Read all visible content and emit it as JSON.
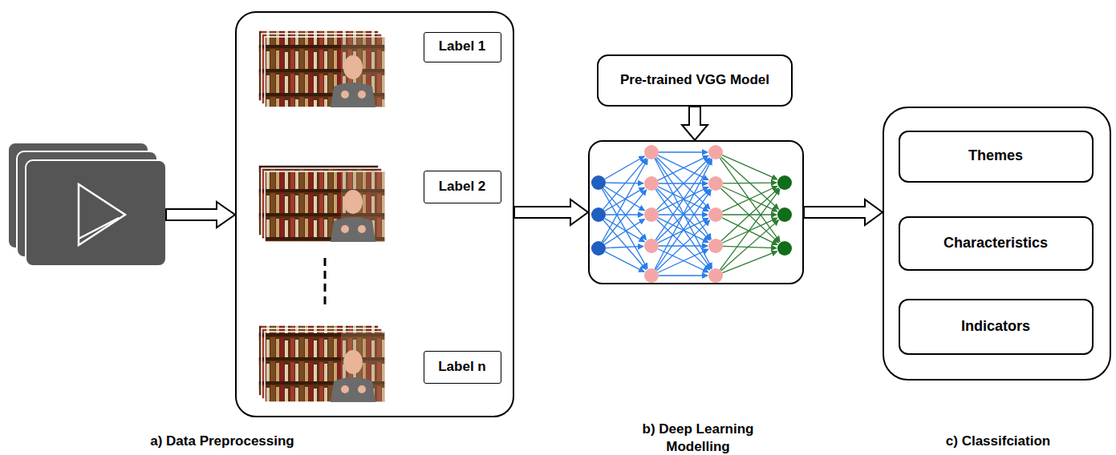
{
  "diagram": {
    "nodes": [
      {
        "text": [
          "a) Data Preprocessing"
        ]
      },
      {
        "text": [
          "Label 1"
        ],
        "in": 0
      },
      {
        "text": [
          "Label 2"
        ],
        "in": 0
      },
      {
        "text": [
          "Label n"
        ],
        "in": 0
      },
      {
        "text": [
          "Pre-trained VGG Model"
        ]
      },
      {
        "text": [
          "b) Deep Learning Modelling"
        ]
      },
      {
        "text": [
          "c) Classifciation"
        ]
      },
      {
        "text": [
          "Themes"
        ],
        "in": 6
      },
      {
        "text": [
          "Characteristics"
        ],
        "in": 6
      },
      {
        "text": [
          "Indicators"
        ],
        "in": 6
      }
    ],
    "edges": [
      {
        "from": 0,
        "to": 5,
        "arrow": "to"
      },
      {
        "from": 4,
        "to": 5,
        "arrow": "to"
      },
      {
        "from": 5,
        "to": 6,
        "arrow": "to"
      }
    ]
  }
}
